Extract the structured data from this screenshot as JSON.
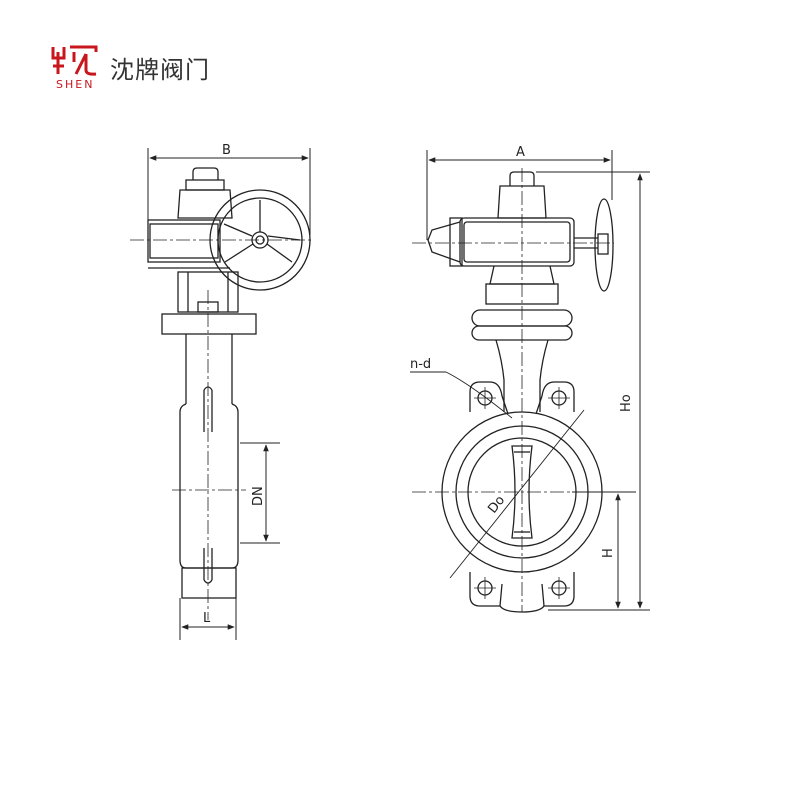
{
  "brand": {
    "name": "沈牌阀门",
    "sub": "SHEN",
    "color": "#c8161d"
  },
  "dimensions": {
    "B": "B",
    "A": "A",
    "Ho": "Ho",
    "DN": "DN",
    "L": "L",
    "nd": "n-d",
    "Do": "Do",
    "H": "H"
  }
}
